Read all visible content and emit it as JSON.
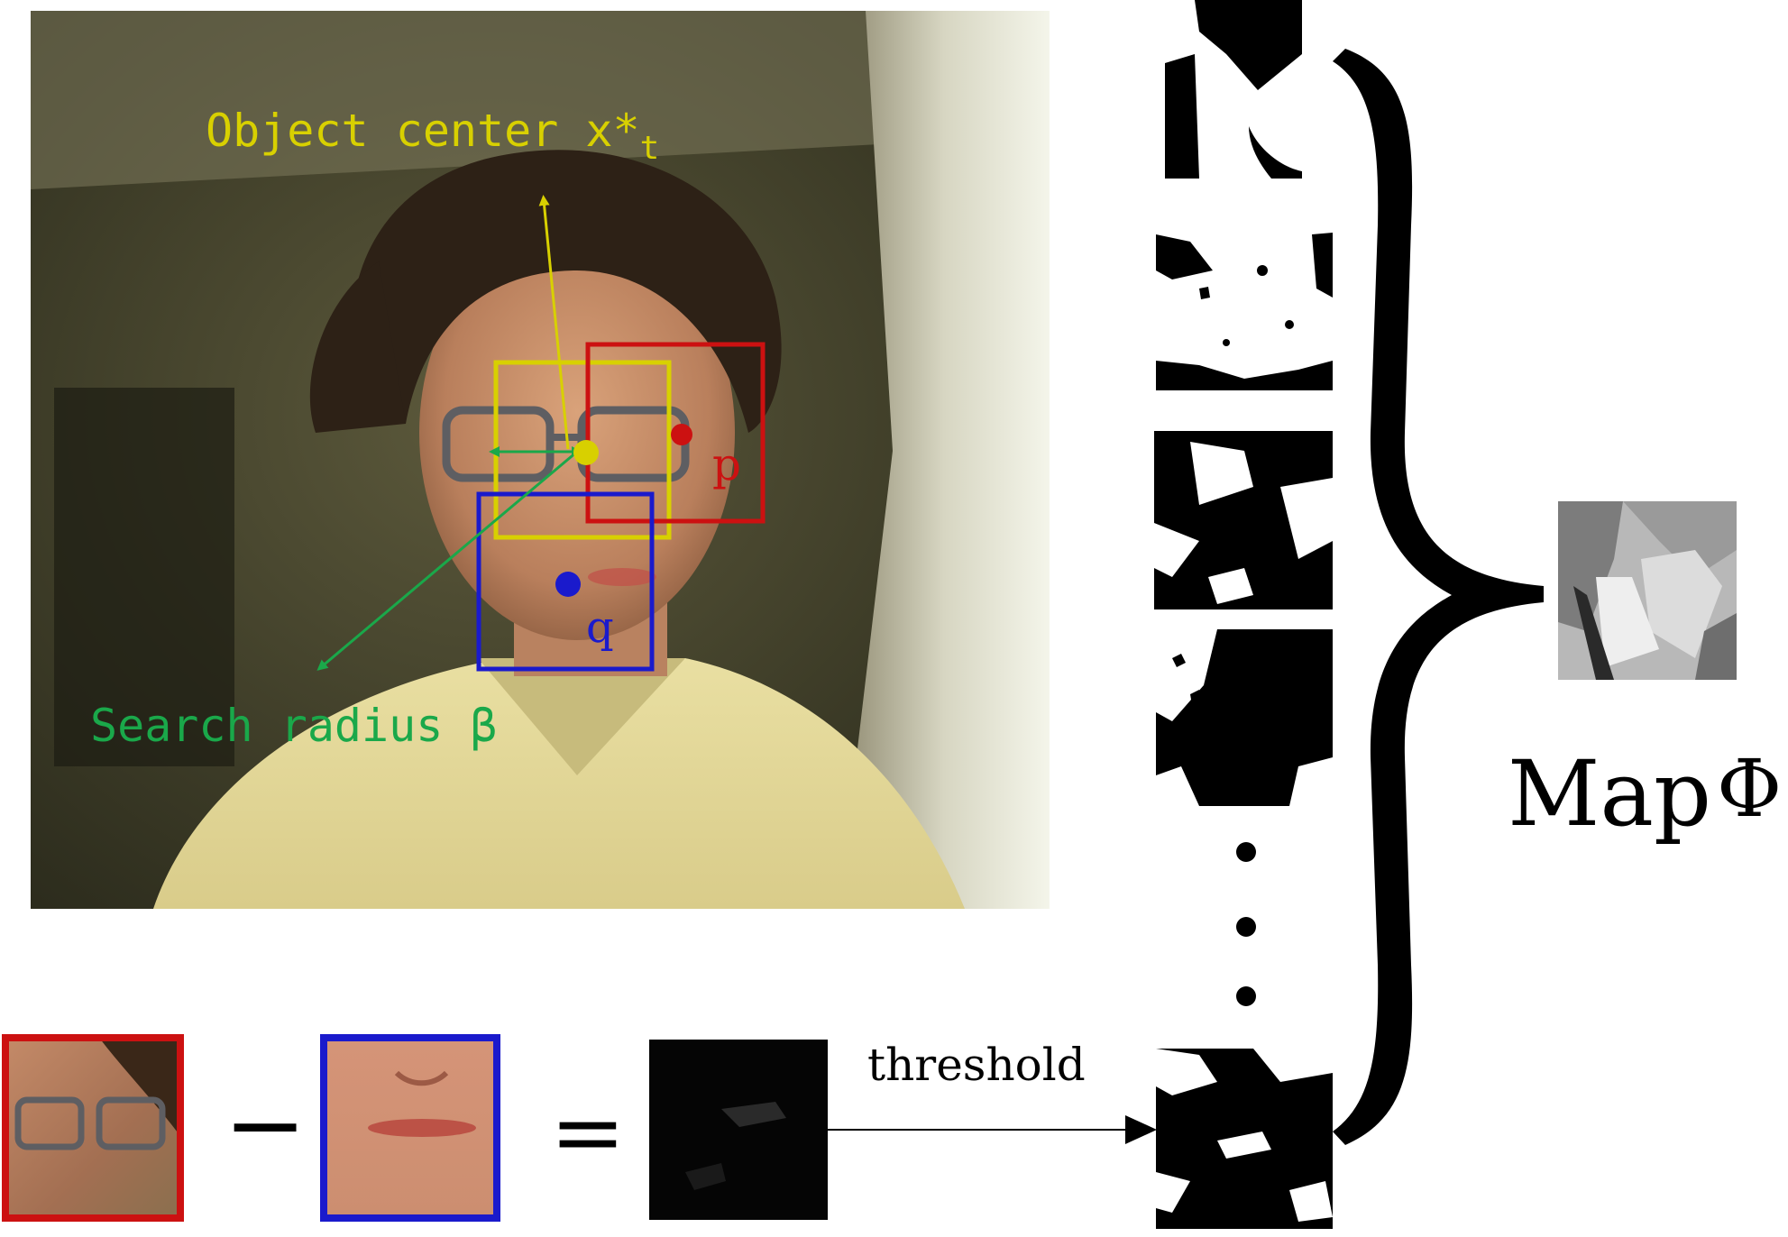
{
  "labels": {
    "object_center": "Object center x*",
    "object_center_sub": "t",
    "search_radius": "Search radius β",
    "p": "p",
    "q": "q",
    "threshold": "threshold",
    "map": "Map",
    "phi": "Φ",
    "minus": "−",
    "equals": "="
  },
  "colors": {
    "yellow": "#d8d000",
    "red": "#cc1111",
    "blue": "#1a1acc",
    "green": "#1aa84a",
    "black": "#000000"
  },
  "icons": {
    "ellipsis": "vertical-dots"
  }
}
